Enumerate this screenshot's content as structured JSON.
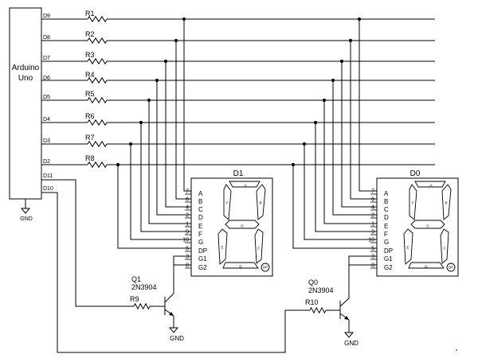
{
  "arduino": {
    "name_line1": "Arduino",
    "name_line2": "Uno",
    "pins": [
      "D9",
      "D8",
      "D7",
      "D6",
      "D5",
      "D4",
      "D3",
      "D2",
      "D11",
      "D10"
    ],
    "gnd": "GND"
  },
  "resistors": [
    "R1",
    "R2",
    "R3",
    "R4",
    "R5",
    "R6",
    "R7",
    "R8"
  ],
  "displays": [
    {
      "id": "D1",
      "pin_numbers": [
        "7",
        "6",
        "4",
        "2",
        "1",
        "9",
        "10",
        "5",
        "3",
        "8"
      ],
      "pin_names": [
        "A",
        "B",
        "C",
        "D",
        "E",
        "F",
        "G",
        "DP",
        "G1",
        "G2"
      ],
      "segments": [
        "A",
        "B",
        "C",
        "D",
        "E",
        "F",
        "G",
        "DP"
      ]
    },
    {
      "id": "D0",
      "pin_numbers": [
        "7",
        "6",
        "4",
        "2",
        "1",
        "9",
        "10",
        "5",
        "3",
        "8"
      ],
      "pin_names": [
        "A",
        "B",
        "C",
        "D",
        "E",
        "F",
        "G",
        "DP",
        "G1",
        "G2"
      ],
      "segments": [
        "A",
        "B",
        "C",
        "D",
        "E",
        "F",
        "G",
        "DP"
      ]
    }
  ],
  "transistors": [
    {
      "ref": "Q1",
      "part": "2N3904",
      "base_resistor": "R9",
      "gnd": "GND"
    },
    {
      "ref": "Q0",
      "part": "2N3904",
      "base_resistor": "R10",
      "gnd": "GND"
    }
  ]
}
